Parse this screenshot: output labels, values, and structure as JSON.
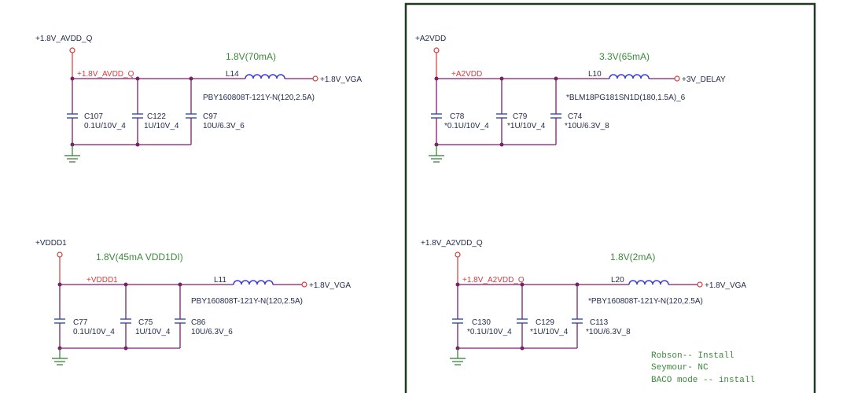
{
  "colors": {
    "wire": "#7a1f6a",
    "net_label": "#d43a3a",
    "current_label": "#3a8a3a",
    "component_text": "#1f2a4a",
    "frame": "#1f3a1f"
  },
  "blocks": [
    {
      "power_net": "+1.8V_AVDD_Q",
      "net_label": "+1.8V_AVDD_Q",
      "current": "1.8V(70mA)",
      "inductor": {
        "ref": "L14",
        "part": "PBY160808T-121Y-N(120,2.5A)"
      },
      "output": "+1.8V_VGA",
      "caps": [
        {
          "ref": "C107",
          "value": "0.1U/10V_4"
        },
        {
          "ref": "C122",
          "value": "1U/10V_4"
        },
        {
          "ref": "C97",
          "value": "10U/6.3V_6"
        }
      ]
    },
    {
      "power_net": "+A2VDD",
      "net_label": "+A2VDD",
      "current": "3.3V(65mA)",
      "inductor": {
        "ref": "L10",
        "part": "*BLM18PG181SN1D(180,1.5A)_6"
      },
      "output": "+3V_DELAY",
      "caps": [
        {
          "ref": "C78",
          "value": "*0.1U/10V_4"
        },
        {
          "ref": "C79",
          "value": "*1U/10V_4"
        },
        {
          "ref": "C74",
          "value": "*10U/6.3V_8"
        }
      ]
    },
    {
      "power_net": "+VDDD1",
      "net_label": "+VDDD1",
      "current": "1.8V(45mA VDD1DI)",
      "inductor": {
        "ref": "L11",
        "part": "PBY160808T-121Y-N(120,2.5A)"
      },
      "output": "+1.8V_VGA",
      "caps": [
        {
          "ref": "C77",
          "value": "0.1U/10V_4"
        },
        {
          "ref": "C75",
          "value": "1U/10V_4"
        },
        {
          "ref": "C86",
          "value": "10U/6.3V_6"
        }
      ]
    },
    {
      "power_net": "+1.8V_A2VDD_Q",
      "net_label": "+1.8V_A2VDD_Q",
      "current": "1.8V(2mA)",
      "inductor": {
        "ref": "L20",
        "part": "*PBY160808T-121Y-N(120,2.5A)"
      },
      "output": "+1.8V_VGA",
      "caps": [
        {
          "ref": "C130",
          "value": "*0.1U/10V_4"
        },
        {
          "ref": "C129",
          "value": "*1U/10V_4"
        },
        {
          "ref": "C113",
          "value": "*10U/6.3V_8"
        }
      ]
    }
  ],
  "notes": [
    "Robson-- Install",
    "Seymour- NC",
    "BACO mode -- install"
  ]
}
